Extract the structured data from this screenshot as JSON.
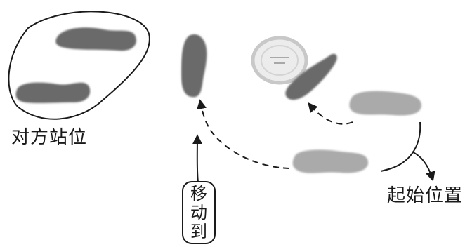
{
  "labels": {
    "opponent_position": "对方站位",
    "start_position": "起始位置",
    "move_chars": [
      "移",
      "动",
      "到"
    ]
  },
  "icons": {
    "footprint": "footprint-icon",
    "ball": "table-tennis-ball-icon"
  },
  "colors": {
    "footprint_dark": "#6a6a6a",
    "footprint_light": "#aaaaaa",
    "outline": "#1a1a1a",
    "ball_ring": "#c8c8c8",
    "ball_inner": "#ececec"
  }
}
